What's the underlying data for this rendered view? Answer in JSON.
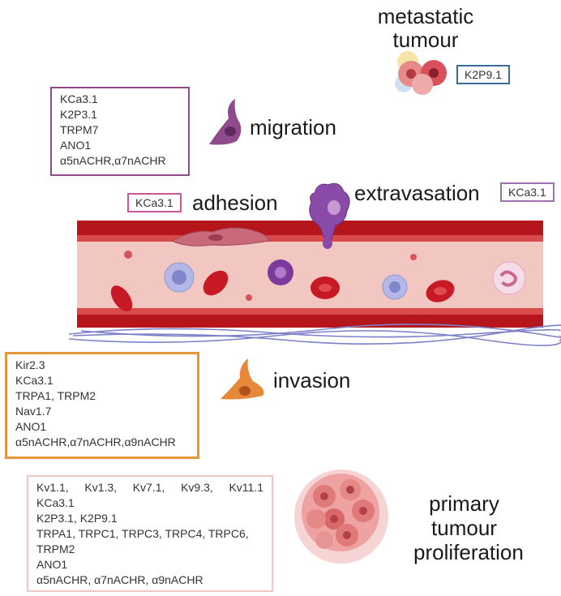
{
  "stages": {
    "metastatic": "metastatic\ntumour",
    "migration": "migration",
    "adhesion": "adhesion",
    "extravasation": "extravasation",
    "invasion": "invasion",
    "primary": "primary\ntumour\nproliferation"
  },
  "colors": {
    "migration": "#8e4a8a",
    "adhesion": "#c8589a",
    "extravasation": "#a070b0",
    "metastatic": "#3a6a9a",
    "invasion": "#e6973a",
    "proliferation": "#f2c4c4"
  },
  "metastatic_box": {
    "lines": [
      "K2P9.1"
    ]
  },
  "migration_box": {
    "lines": [
      "KCa3.1",
      "K2P3.1",
      "TRPM7",
      "ANO1",
      "α5nACHR,α7nACHR"
    ]
  },
  "adhesion_box": {
    "lines": [
      "KCa3.1"
    ]
  },
  "extravasation_box": {
    "lines": [
      "KCa3.1"
    ]
  },
  "invasion_box": {
    "lines": [
      "Kir2.3",
      "KCa3.1",
      "TRPA1, TRPM2",
      "Nav1.7",
      "ANO1",
      "α5nACHR,α7nACHR,α9nACHR"
    ]
  },
  "proliferation_box": {
    "row1": [
      "Kv1.1,",
      "Kv1.3,",
      "Kv7.1,",
      "Kv9.3,",
      "Kv11.1"
    ],
    "lines": [
      "KCa3.1",
      "K2P3.1, K2P9.1",
      "TRPA1, TRPC1, TRPC3, TRPC4, TRPC6,",
      "TRPM2",
      "ANO1",
      "α5nACHR, α7nACHR, α9nACHR"
    ]
  }
}
